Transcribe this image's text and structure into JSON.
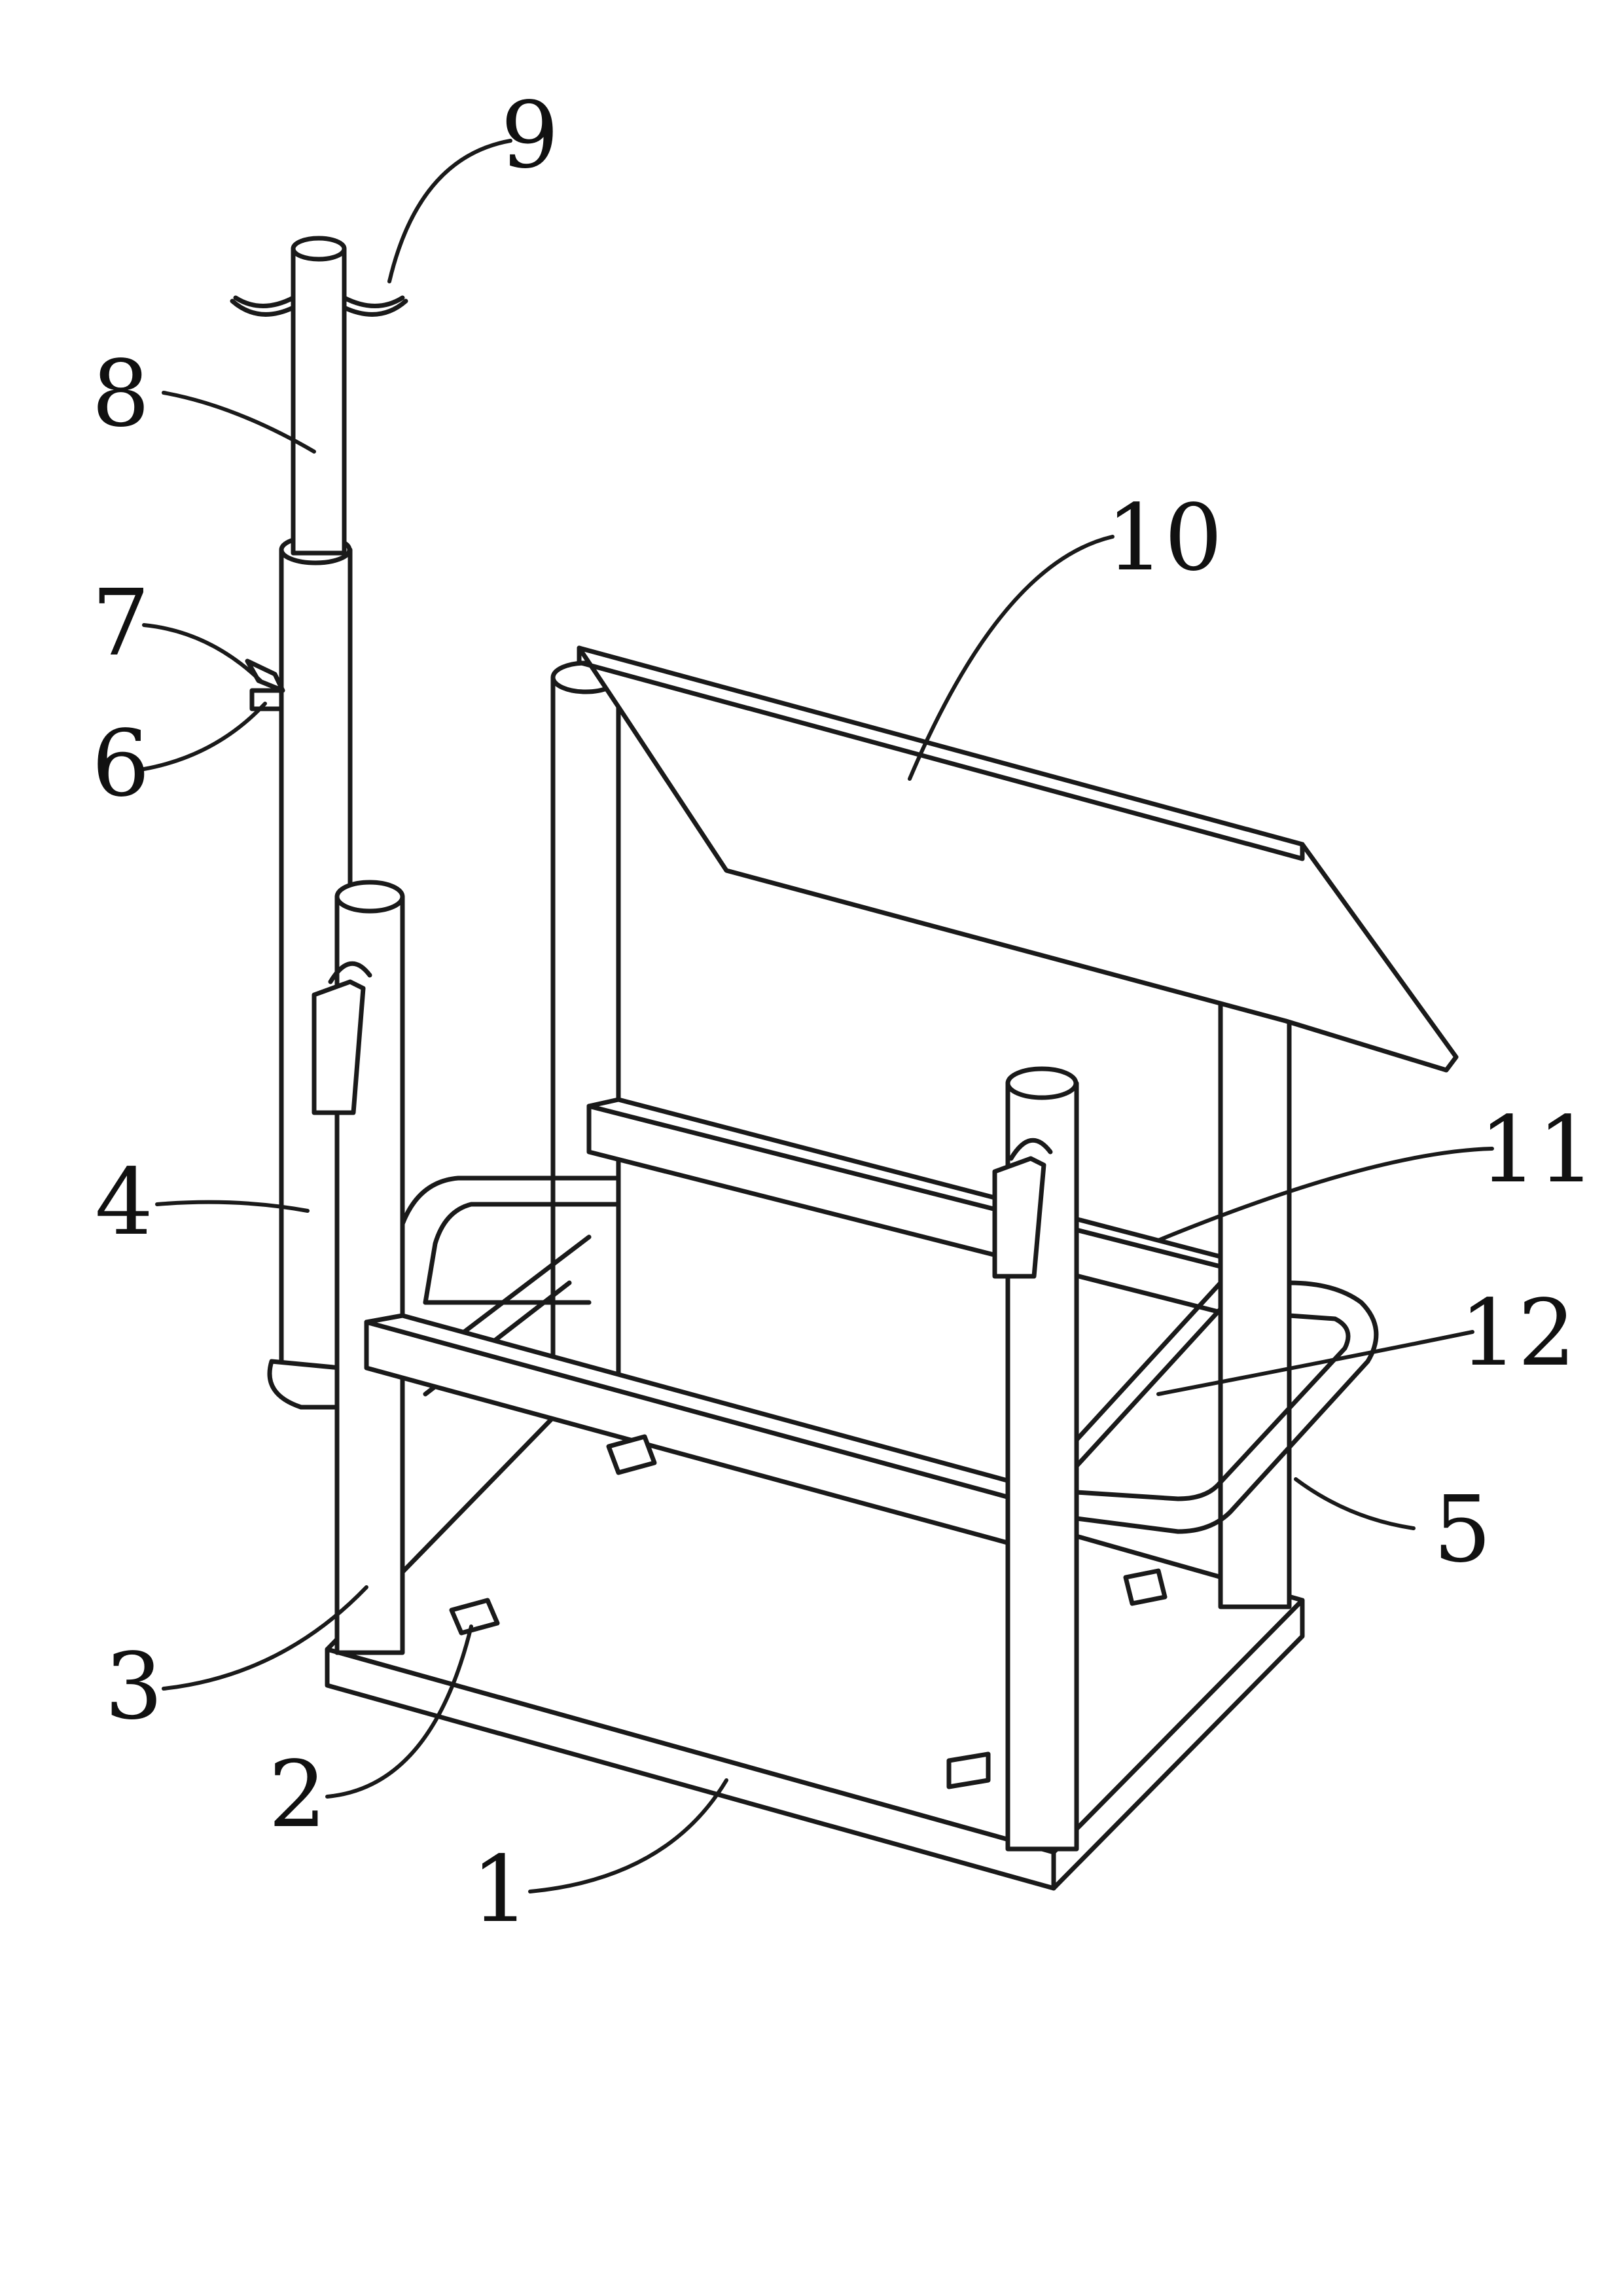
{
  "figure": {
    "labels": [
      "1",
      "2",
      "3",
      "4",
      "5",
      "6",
      "7",
      "8",
      "9",
      "10",
      "11",
      "12"
    ]
  },
  "colors": {
    "line": "#1a1a1a",
    "background": "#ffffff"
  }
}
